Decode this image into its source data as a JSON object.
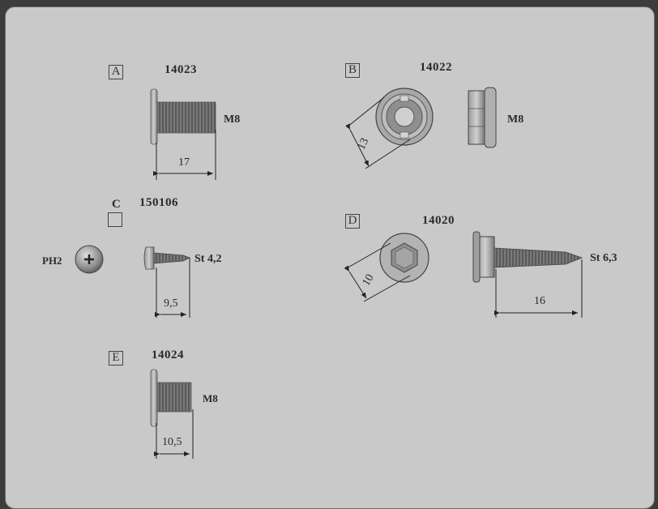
{
  "parts": {
    "A": {
      "letter": "A",
      "code": "14023",
      "thread": "M8",
      "length": "17"
    },
    "B": {
      "letter": "B",
      "code": "14022",
      "thread": "M8",
      "width": "13"
    },
    "C": {
      "letter": "C",
      "code": "150106",
      "drive": "PH2",
      "thread": "St 4,2",
      "length": "9,5"
    },
    "D": {
      "letter": "D",
      "code": "14020",
      "thread": "St 6,3",
      "width": "10",
      "length": "16"
    },
    "E": {
      "letter": "E",
      "code": "14024",
      "thread": "M8",
      "length": "10,5"
    }
  },
  "colors": {
    "background": "#c9c9c9",
    "frame": "#3c3c3c",
    "metal": "#8a8a8a",
    "ink": "#2a2a2a"
  }
}
